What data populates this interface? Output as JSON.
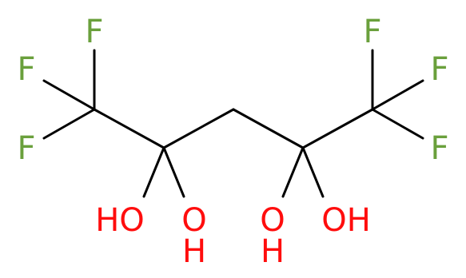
{
  "molecule": {
    "colors": {
      "bond": "#000000",
      "fluorine": "#6aa03c",
      "oxygen": "#ff0d0d",
      "background": "#ffffff"
    },
    "labels": {
      "f1": "F",
      "f2": "F",
      "f3": "F",
      "f4": "F",
      "f5": "F",
      "f6": "F",
      "oh1": "HO",
      "oh2_o": "O",
      "oh2_h": "H",
      "oh3_o": "O",
      "oh3_h": "H",
      "oh4": "OH"
    }
  }
}
